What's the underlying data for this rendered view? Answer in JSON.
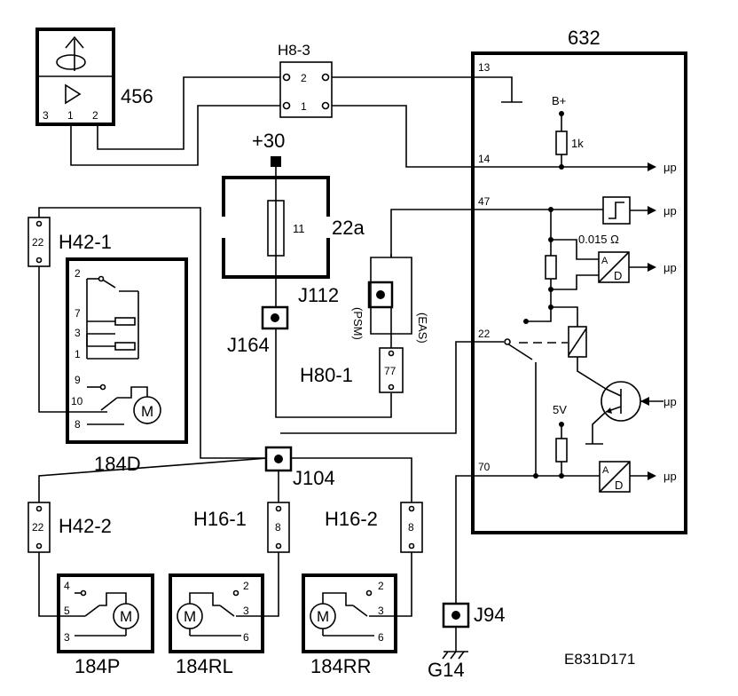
{
  "diagram_id": "E831D171",
  "components": {
    "sensor": "456",
    "ecu": "632",
    "fuse_box": "22a",
    "fuse_number": "11",
    "switch_module": "184D",
    "mirror_passenger": "184P",
    "mirror_rear_left": "184RL",
    "mirror_rear_right": "184RR",
    "motor_symbol": "M"
  },
  "connectors": {
    "h8_3": "H8-3",
    "h42_1": "H42-1",
    "h42_2": "H42-2",
    "h16_1": "H16-1",
    "h16_2": "H16-2",
    "h80_1": "H80-1",
    "j112": "J112",
    "j164": "J164",
    "j104": "J104",
    "j94": "J94"
  },
  "ground": "G14",
  "power": {
    "plus30": "+30",
    "bplus": "B+",
    "five_v": "5V"
  },
  "values": {
    "resistor": "1k",
    "shunt": "0.015 Ω"
  },
  "annotations": {
    "psm": "(PSM)",
    "eas": "(EAS)",
    "up": "μp",
    "adc_a": "A",
    "adc_d": "D"
  },
  "pins": {
    "h8_3": [
      "2",
      "1"
    ],
    "sensor": [
      "3",
      "1",
      "2"
    ],
    "ecu": [
      "13",
      "14",
      "47",
      "22",
      "70"
    ],
    "h42": "22",
    "h16": "8",
    "h80": "77",
    "switch": [
      "2",
      "7",
      "3",
      "1",
      "9",
      "10",
      "8"
    ],
    "mirror_p": [
      "4",
      "5",
      "3"
    ],
    "mirror_r": [
      "2",
      "3",
      "6"
    ]
  }
}
